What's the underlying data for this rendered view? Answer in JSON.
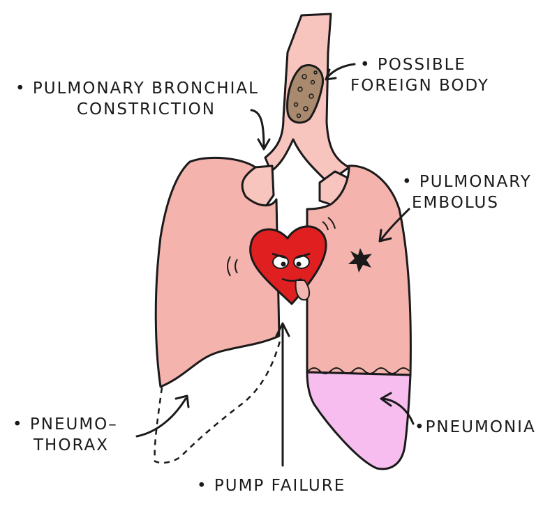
{
  "labels": {
    "foreign_body": [
      "• POSSIBLE",
      "FOREIGN BODY"
    ],
    "bronchial": [
      "• PULMONARY BRONCHIAL",
      "CONSTRICTION"
    ],
    "embolus": [
      "• PULMONARY",
      "EMBOLUS"
    ],
    "pneumothorax": [
      "• PNEUMO–",
      "THORAX"
    ],
    "pneumonia": "•PNEUMONIA",
    "pump_failure": "• PUMP FAILURE"
  },
  "colors": {
    "lung": "#f5b3ae",
    "trachea": "#f7c4be",
    "pneumonia": "#f6bdee",
    "heart": "#e02020",
    "foreign_body": "#a98a6e",
    "ink": "#1a1a1a"
  }
}
